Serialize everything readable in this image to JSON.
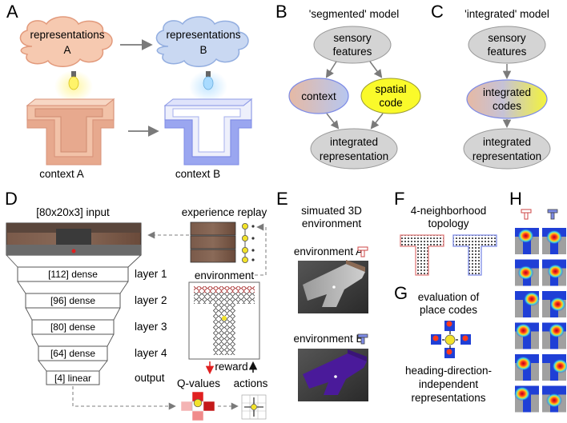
{
  "panels": {
    "A": {
      "letter": "A",
      "cloud_a_line1": "representations",
      "cloud_a_line2": "A",
      "cloud_b_line1": "representations",
      "cloud_b_line2": "B",
      "context_a": "context A",
      "context_b": "context B"
    },
    "B": {
      "letter": "B",
      "title": "'segmented' model",
      "sensory_1": "sensory",
      "sensory_2": "features",
      "context": "context",
      "spatial_1": "spatial",
      "spatial_2": "code",
      "integrated_1": "integrated",
      "integrated_2": "representation"
    },
    "C": {
      "letter": "C",
      "title": "'integrated' model",
      "sensory_1": "sensory",
      "sensory_2": "features",
      "codes_1": "integrated",
      "codes_2": "codes",
      "integrated_1": "integrated",
      "integrated_2": "representation"
    },
    "D": {
      "letter": "D",
      "input_label": "[80x20x3] input",
      "layers": [
        {
          "box": "[112] dense",
          "name": "layer 1"
        },
        {
          "box": "[96] dense",
          "name": "layer 2"
        },
        {
          "box": "[80] dense",
          "name": "layer 3"
        },
        {
          "box": "[64] dense",
          "name": "layer 4"
        },
        {
          "box": "[4] linear",
          "name": "output"
        }
      ],
      "experience_replay": "experience replay",
      "environment": "environment",
      "reward": "reward",
      "q_values": "Q-values",
      "actions": "actions"
    },
    "E": {
      "letter": "E",
      "title_1": "simuated 3D",
      "title_2": "environment",
      "env_a": "environment A",
      "env_b": "environment B"
    },
    "F": {
      "letter": "F",
      "title_1": "4-neighborhood",
      "title_2": "topology"
    },
    "G": {
      "letter": "G",
      "title_1": "evaluation of",
      "title_2": "place codes",
      "sub_1": "heading-direction-",
      "sub_2": "independent",
      "sub_3": "representations"
    },
    "H": {
      "letter": "H"
    }
  },
  "colors": {
    "cloud_a": "#f6c9b0",
    "cloud_b": "#c9d8f2",
    "node_gray": "#d4d4d4",
    "spatial_yellow": "#fafa2a",
    "maze_a": "#e7a98e",
    "maze_b": "#9aa6f0",
    "env_b_purple": "#4a1a9a",
    "arrow_gray": "#8a8a8a"
  },
  "icons": [
    "bulb-icon",
    "arrow-right-icon",
    "arrow-down-icon",
    "t-maze-icon"
  ]
}
